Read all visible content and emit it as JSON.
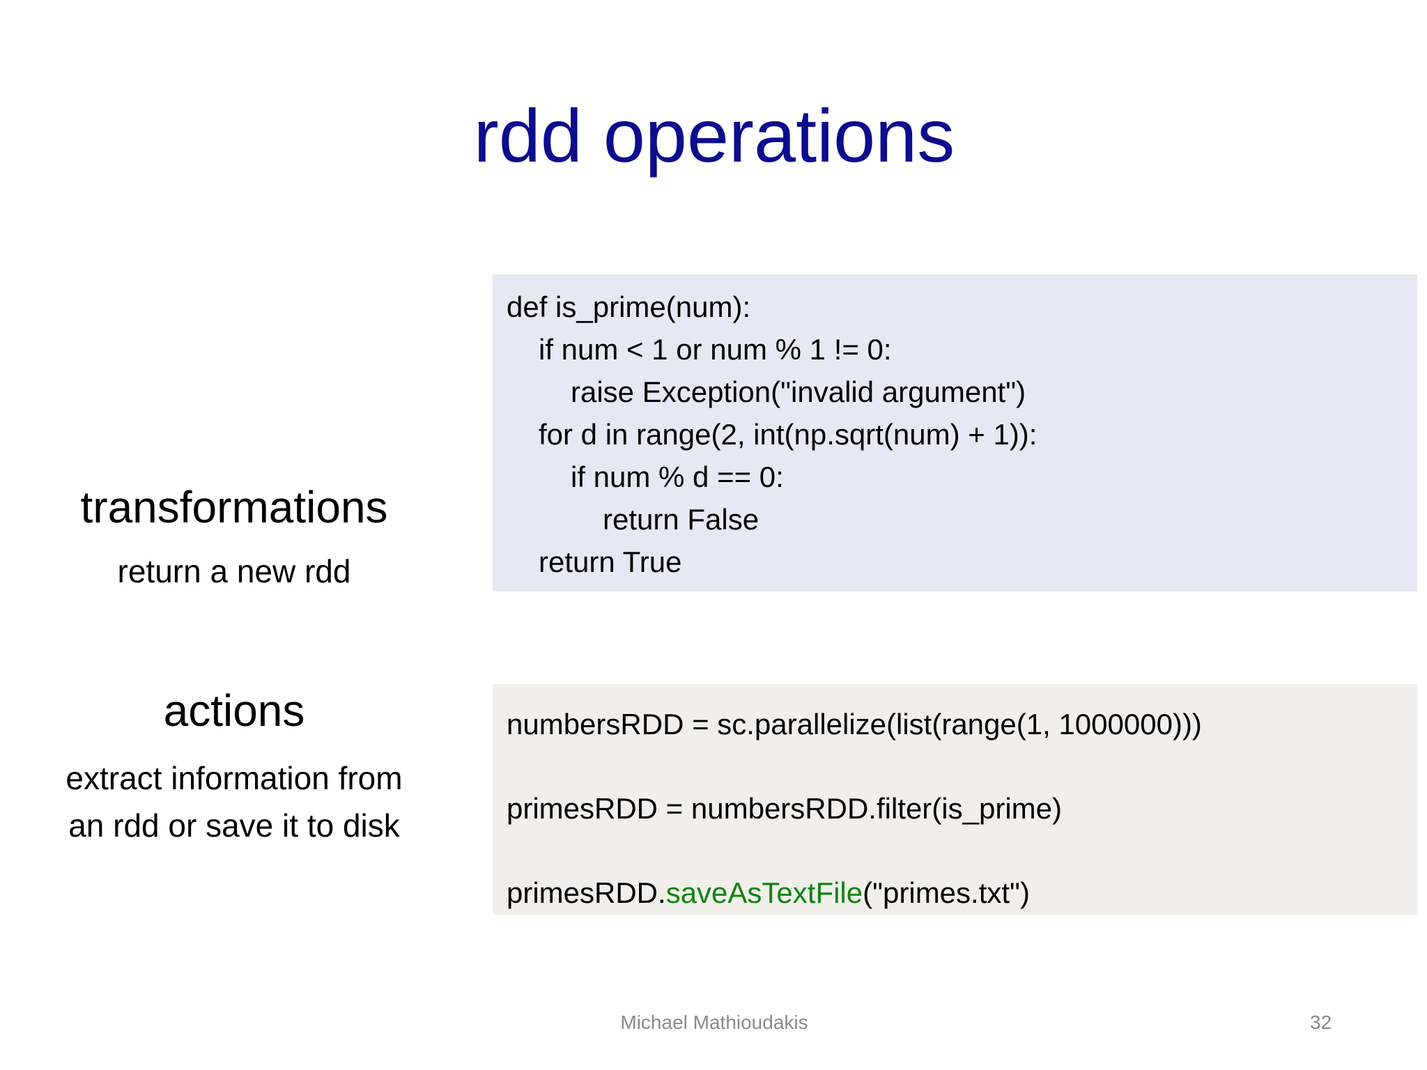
{
  "title": "rdd operations",
  "transformations": {
    "heading": "transformations",
    "description": "return a new rdd",
    "code_lines": [
      {
        "indent": 0,
        "text": "def is_prime(num):"
      },
      {
        "indent": 1,
        "text": "if num < 1 or num % 1 != 0:"
      },
      {
        "indent": 2,
        "text": "raise Exception(\"invalid argument\")"
      },
      {
        "indent": 1,
        "text": "for d in range(2, int(np.sqrt(num) + 1)):"
      },
      {
        "indent": 2,
        "text": "if num % d == 0:"
      },
      {
        "indent": 3,
        "text": "return False"
      },
      {
        "indent": 1,
        "text": "return True"
      }
    ]
  },
  "actions": {
    "heading": "actions",
    "description_line1": "extract information from",
    "description_line2": "an rdd or save it to disk",
    "code_line1": "numbersRDD = sc.parallelize(list(range(1, 1000000)))",
    "code_line2": "primesRDD = numbersRDD.filter(is_prime)",
    "code_line3_prefix": "primesRDD.",
    "code_line3_highlight": "saveAsTextFile",
    "code_line3_suffix": "(\"primes.txt\")"
  },
  "colors": {
    "title": "#0c0c8e",
    "transformations_box": "#e5e9f4",
    "actions_box": "#f0efe9",
    "highlight": "#118211"
  },
  "footer": {
    "author": "Michael Mathioudakis",
    "page_number": "32"
  }
}
